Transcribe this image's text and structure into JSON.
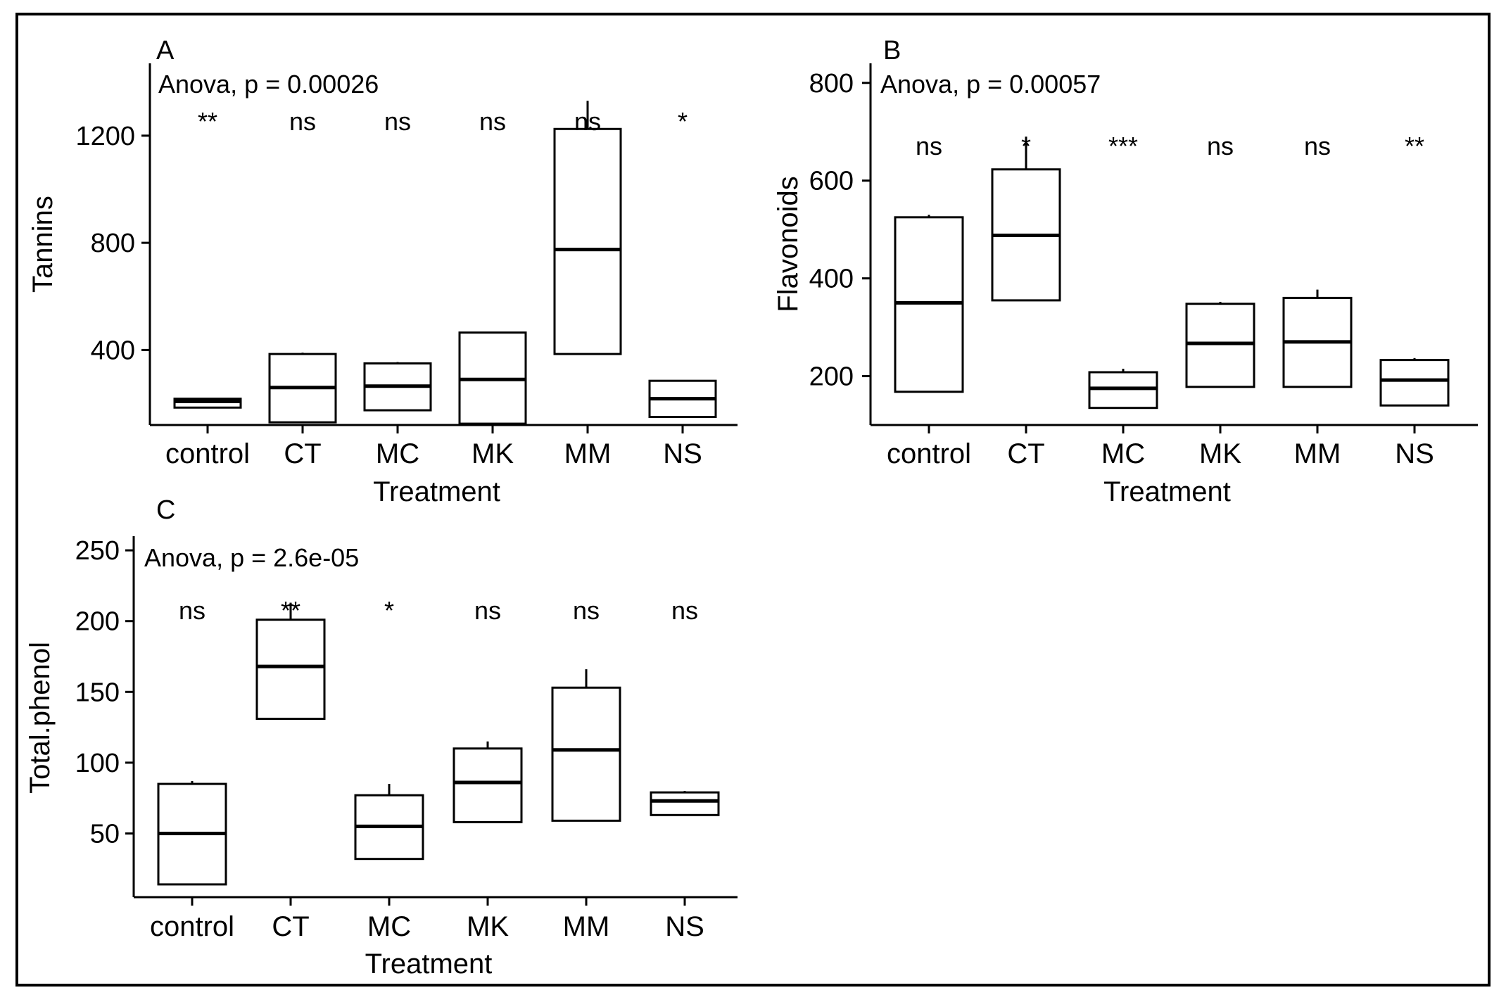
{
  "figure": {
    "border_color": "#000000",
    "line_color": "#000000"
  },
  "chart_data": [
    {
      "type": "box",
      "panel": "A",
      "annotation": "Anova, p = 0.00026",
      "xlabel": "Treatment",
      "ylabel": "Tannins",
      "ylim": [
        120,
        1470
      ],
      "yticks": [
        400,
        800,
        1200
      ],
      "grid": false,
      "categories": [
        "control",
        "CT",
        "MC",
        "MK",
        "MM",
        "NS"
      ],
      "significance": [
        "**",
        "ns",
        "ns",
        "ns",
        "ns",
        "*"
      ],
      "boxes": [
        {
          "min": 185,
          "q1": 185,
          "median": 208,
          "q3": 218,
          "max": 218
        },
        {
          "min": 130,
          "q1": 130,
          "median": 260,
          "q3": 385,
          "max": 390
        },
        {
          "min": 175,
          "q1": 175,
          "median": 265,
          "q3": 350,
          "max": 355
        },
        {
          "min": 125,
          "q1": 125,
          "median": 290,
          "q3": 465,
          "max": 465
        },
        {
          "min": 385,
          "q1": 385,
          "median": 775,
          "q3": 1225,
          "max": 1330
        },
        {
          "min": 150,
          "q1": 150,
          "median": 218,
          "q3": 285,
          "max": 285
        }
      ]
    },
    {
      "type": "box",
      "panel": "B",
      "annotation": "Anova, p = 0.00057",
      "xlabel": "Treatment",
      "ylabel": "Flavonoids",
      "ylim": [
        100,
        840
      ],
      "yticks": [
        200,
        400,
        600,
        800
      ],
      "grid": false,
      "categories": [
        "control",
        "CT",
        "MC",
        "MK",
        "MM",
        "NS"
      ],
      "significance": [
        "ns",
        "*",
        "***",
        "ns",
        "ns",
        "**"
      ],
      "boxes": [
        {
          "min": 168,
          "q1": 168,
          "median": 350,
          "q3": 525,
          "max": 530
        },
        {
          "min": 355,
          "q1": 355,
          "median": 488,
          "q3": 623,
          "max": 690
        },
        {
          "min": 135,
          "q1": 135,
          "median": 175,
          "q3": 208,
          "max": 215
        },
        {
          "min": 178,
          "q1": 178,
          "median": 267,
          "q3": 348,
          "max": 352
        },
        {
          "min": 178,
          "q1": 178,
          "median": 270,
          "q3": 360,
          "max": 377
        },
        {
          "min": 140,
          "q1": 140,
          "median": 192,
          "q3": 233,
          "max": 237
        }
      ]
    },
    {
      "type": "box",
      "panel": "C",
      "annotation": "Anova, p = 2.6e-05",
      "xlabel": "Treatment",
      "ylabel": "Total.phenol",
      "ylim": [
        5,
        260
      ],
      "yticks": [
        50,
        100,
        150,
        200,
        250
      ],
      "grid": false,
      "categories": [
        "control",
        "CT",
        "MC",
        "MK",
        "MM",
        "NS"
      ],
      "significance": [
        "ns",
        "**",
        "*",
        "ns",
        "ns",
        "ns"
      ],
      "boxes": [
        {
          "min": 14,
          "q1": 14,
          "median": 50,
          "q3": 85,
          "max": 87
        },
        {
          "min": 131,
          "q1": 131,
          "median": 168,
          "q3": 201,
          "max": 213
        },
        {
          "min": 32,
          "q1": 32,
          "median": 55,
          "q3": 77,
          "max": 85
        },
        {
          "min": 58,
          "q1": 58,
          "median": 86,
          "q3": 110,
          "max": 115
        },
        {
          "min": 59,
          "q1": 59,
          "median": 109,
          "q3": 153,
          "max": 166
        },
        {
          "min": 63,
          "q1": 63,
          "median": 73,
          "q3": 79,
          "max": 80
        }
      ]
    }
  ]
}
